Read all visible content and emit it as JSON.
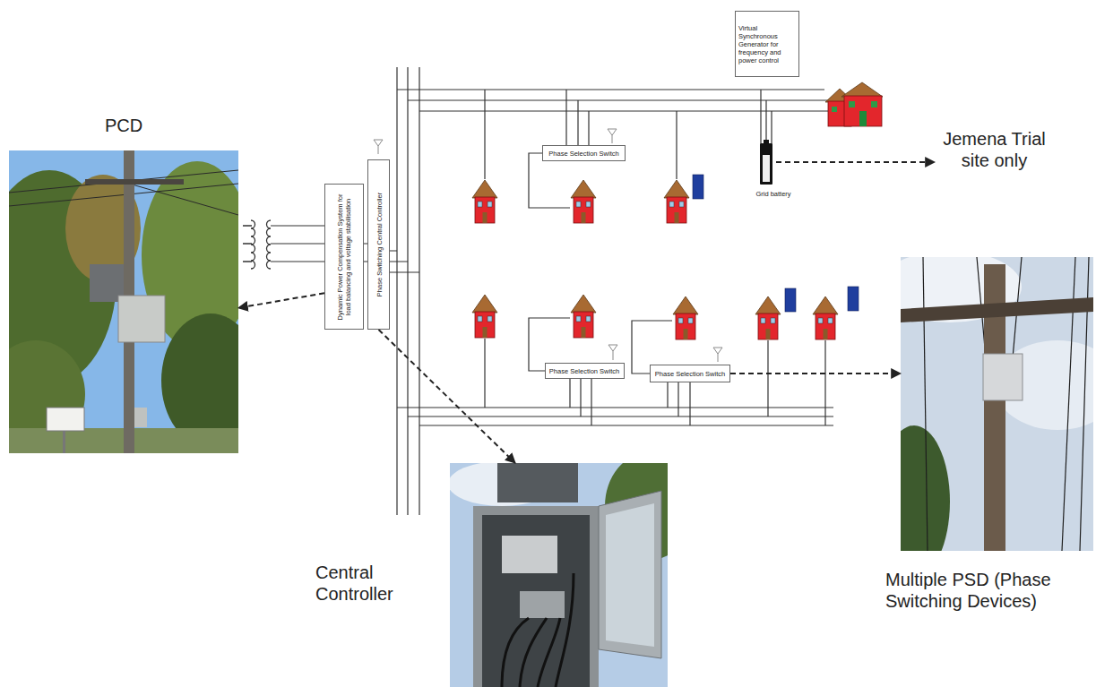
{
  "diagram": {
    "nodes": [
      {
        "text": [
          "Virtual Synchronous Generator for frequency and power control"
        ]
      },
      {
        "text": [
          "PCD"
        ]
      },
      {
        "text": [
          "Dynamic Power Compensation System for load balancing and voltage stabilisation"
        ]
      },
      {
        "text": [
          "Phase Switching Central Controller"
        ]
      },
      {
        "text": [
          "Phase Selection Switch"
        ]
      },
      {
        "text": [
          "Grid battery"
        ]
      },
      {
        "text": [
          "Phase Selection Switch"
        ]
      },
      {
        "text": [
          "Phase Selection Switch"
        ]
      },
      {
        "text": [
          "Multiple PSD (Phase Switching Devices)"
        ]
      },
      {
        "text": [
          "Central Controller"
        ]
      }
    ],
    "edges": [
      {
        "from": 2,
        "to": 1,
        "arrow": "to"
      },
      {
        "from": 3,
        "to": 9,
        "arrow": "to"
      },
      {
        "from": 7,
        "to": 8,
        "arrow": "to"
      }
    ],
    "labels": [
      "Jemena Trial site only"
    ]
  }
}
